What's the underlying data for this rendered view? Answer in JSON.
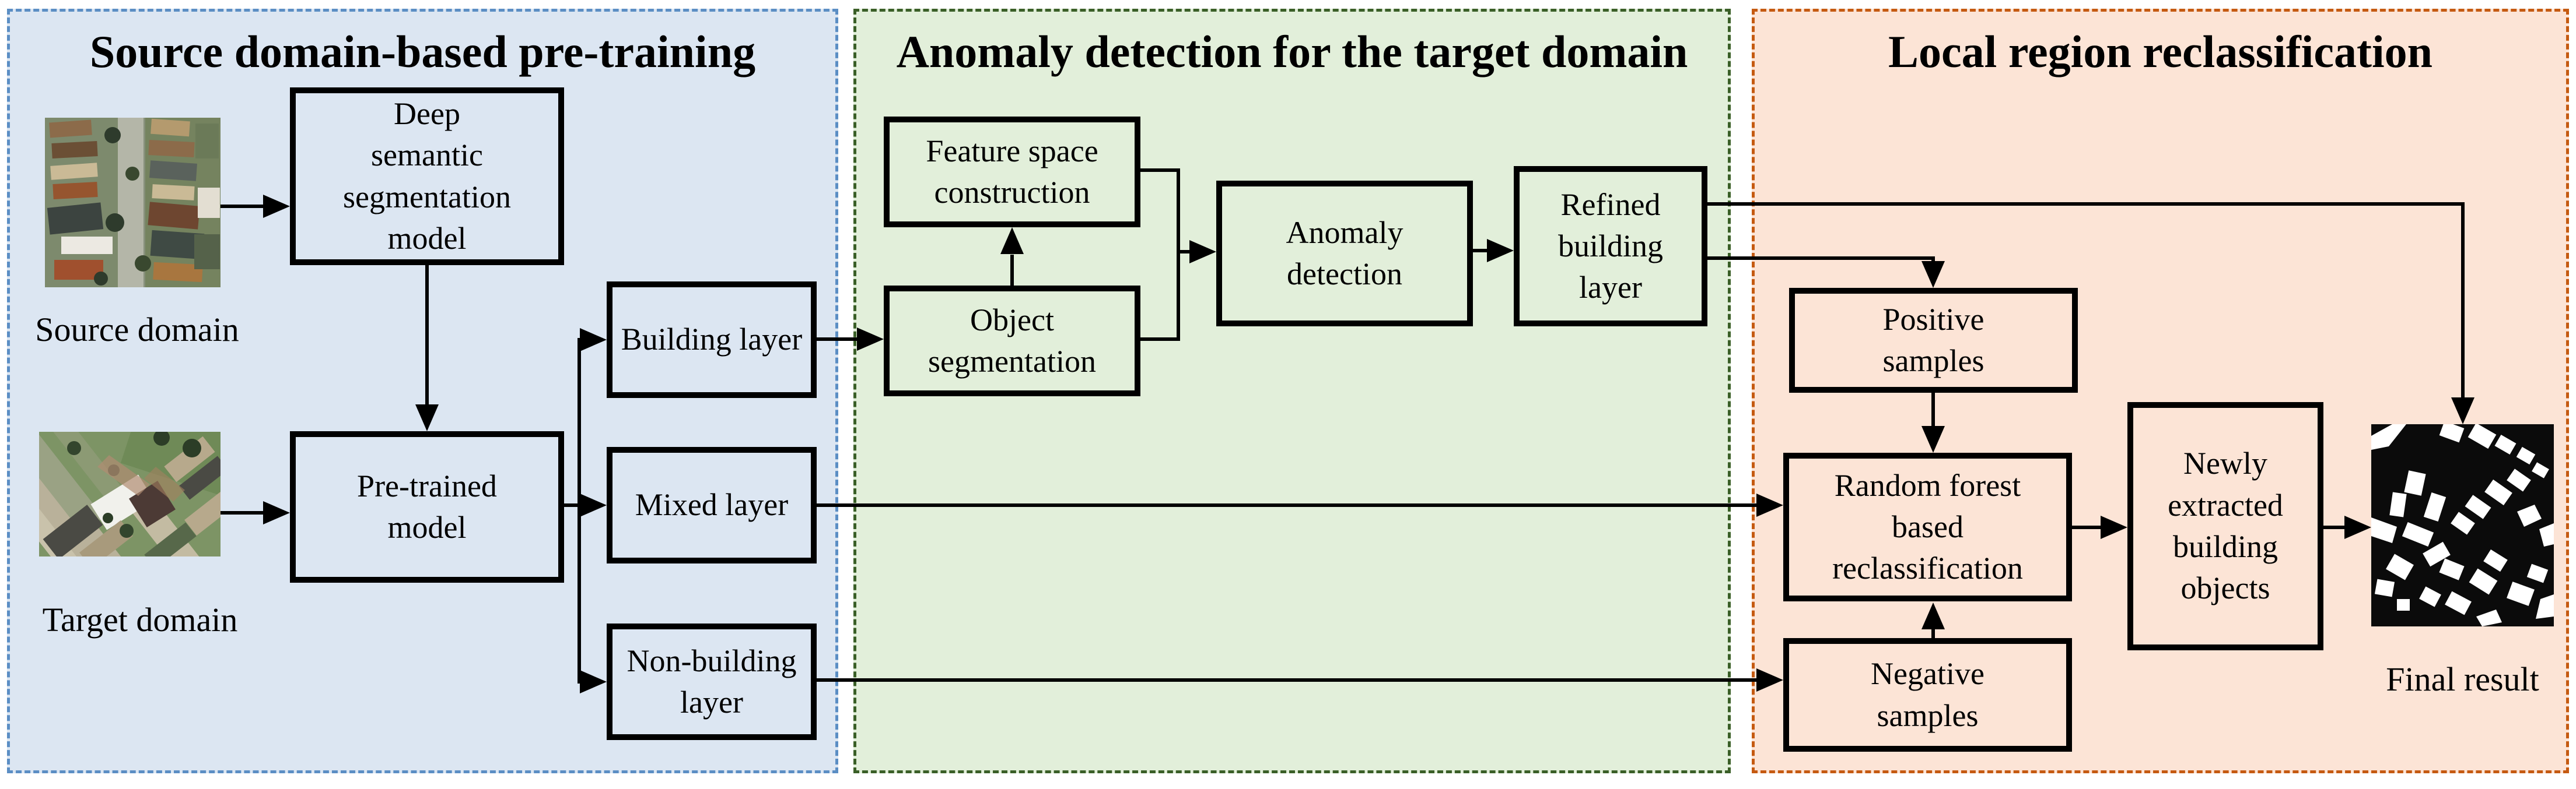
{
  "panels": {
    "pretraining": {
      "title": "Source domain-based pre-training"
    },
    "anomaly": {
      "title": "Anomaly detection for the target domain"
    },
    "local": {
      "title": "Local region reclassification"
    }
  },
  "nodes": {
    "dss": {
      "label": "Deep\nsemantic\nsegmentation\nmodel"
    },
    "pretrained": {
      "label": "Pre-trained\nmodel"
    },
    "building": {
      "label": "Building layer"
    },
    "mixed": {
      "label": "Mixed layer"
    },
    "nonbuilding": {
      "label": "Non-building\nlayer"
    },
    "fsc": {
      "label": "Feature space\nconstruction"
    },
    "objseg": {
      "label": "Object\nsegmentation"
    },
    "anomalydet": {
      "label": "Anomaly\ndetection"
    },
    "refined": {
      "label": "Refined\nbuilding\nlayer"
    },
    "positive": {
      "label": "Positive\nsamples"
    },
    "rf": {
      "label": "Random forest\nbased\nreclassification"
    },
    "negative": {
      "label": "Negative\nsamples"
    },
    "newly": {
      "label": "Newly\nextracted\nbuilding\nobjects"
    }
  },
  "captions": {
    "source_image": "Source domain",
    "target_image": "Target domain",
    "final_image": "Final result"
  },
  "colors": {
    "pretraining_bg": "#dce6f2",
    "pretraining_border": "#5b8ec4",
    "anomaly_bg": "#e2efda",
    "anomaly_border": "#3a5f27",
    "local_bg": "#fce4d6",
    "local_border": "#c55a11",
    "box_border": "#000000",
    "arrow": "#000000",
    "text": "#000000"
  }
}
